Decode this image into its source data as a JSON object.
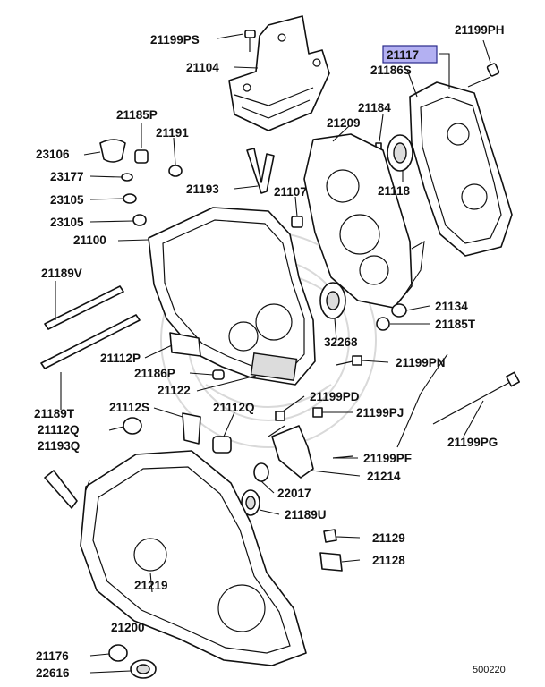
{
  "diagram": {
    "highlighted_part": "21117",
    "highlight_color": "#b3b0f2",
    "diagram_code": "500220",
    "labels": {
      "p21199PS": "21199PS",
      "p21104": "21104",
      "p21199PH": "21199PH",
      "p21117": "21117",
      "p21186S": "21186S",
      "p21185P": "21185P",
      "p21184": "21184",
      "p21209": "21209",
      "p21191": "21191",
      "p23106": "23106",
      "p23177": "23177",
      "p21193": "21193",
      "p21107": "21107",
      "p21118": "21118",
      "p23105a": "23105",
      "p23105b": "23105",
      "p21100": "21100",
      "p21189V": "21189V",
      "p21134": "21134",
      "p21185T": "21185T",
      "p32268": "32268",
      "p21112P": "21112P",
      "p21186P": "21186P",
      "p21199PN": "21199PN",
      "p21122": "21122",
      "p21199PD": "21199PD",
      "p21112S": "21112S",
      "p21112Q_left": "21112Q",
      "p21112Q_mid": "21112Q",
      "p21199PJ": "21199PJ",
      "p21189T": "21189T",
      "p21193Q": "21193Q",
      "p21199PG": "21199PG",
      "p21199PF": "21199PF",
      "p21214": "21214",
      "p22017": "22017",
      "p21189U": "21189U",
      "p21129": "21129",
      "p21128": "21128",
      "p21219": "21219",
      "p21200": "21200",
      "p21176": "21176",
      "p22616": "22616"
    }
  }
}
